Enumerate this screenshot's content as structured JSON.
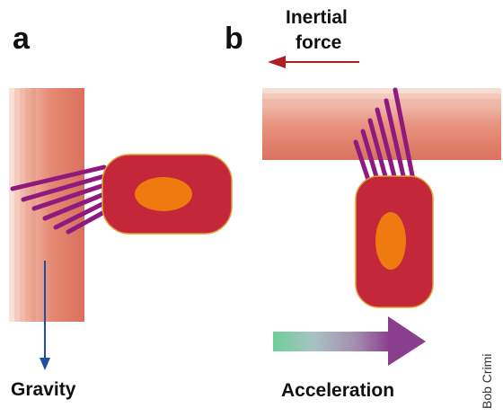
{
  "panels": {
    "a": {
      "letter": "a",
      "arrow_label": "Gravity"
    },
    "b": {
      "letter": "b",
      "force_label_line1": "Inertial",
      "force_label_line2": "force",
      "arrow_label": "Acceleration"
    }
  },
  "credit": "Bob Crimi",
  "colors": {
    "cell_body": "#c4273a",
    "cell_outline": "#e0a030",
    "nucleus": "#ee7a10",
    "cilia": "#8e1a80",
    "gravity_arrow": "#1f4fa0",
    "inertial_arrow": "#b01e24",
    "substrate_dark": "#d9705c",
    "substrate_light": "#f6d8cc",
    "acceleration_start": "#6fcf9a",
    "acceleration_end": "#8a3f8e"
  }
}
